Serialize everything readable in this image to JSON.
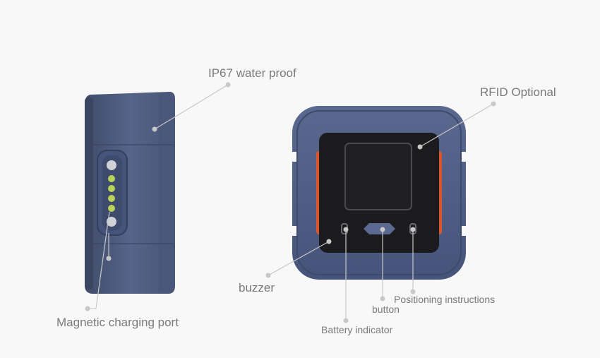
{
  "labels": {
    "ip67": "IP67 water proof",
    "rfid": "RFID Optional",
    "buzzer": "buzzer",
    "magnetic_charging": "Magnetic charging port",
    "button": "button",
    "positioning": "Positioning instructions",
    "battery": "Battery indicator"
  },
  "colors": {
    "body": "#52607f",
    "body_dark": "#3e4a66",
    "panel": "#1b1b1d",
    "accent_orange": "#d9562b",
    "pin_green": "#b9d25c",
    "pin_grey": "#cfd3d8",
    "leader_line": "#c8c8c8"
  }
}
